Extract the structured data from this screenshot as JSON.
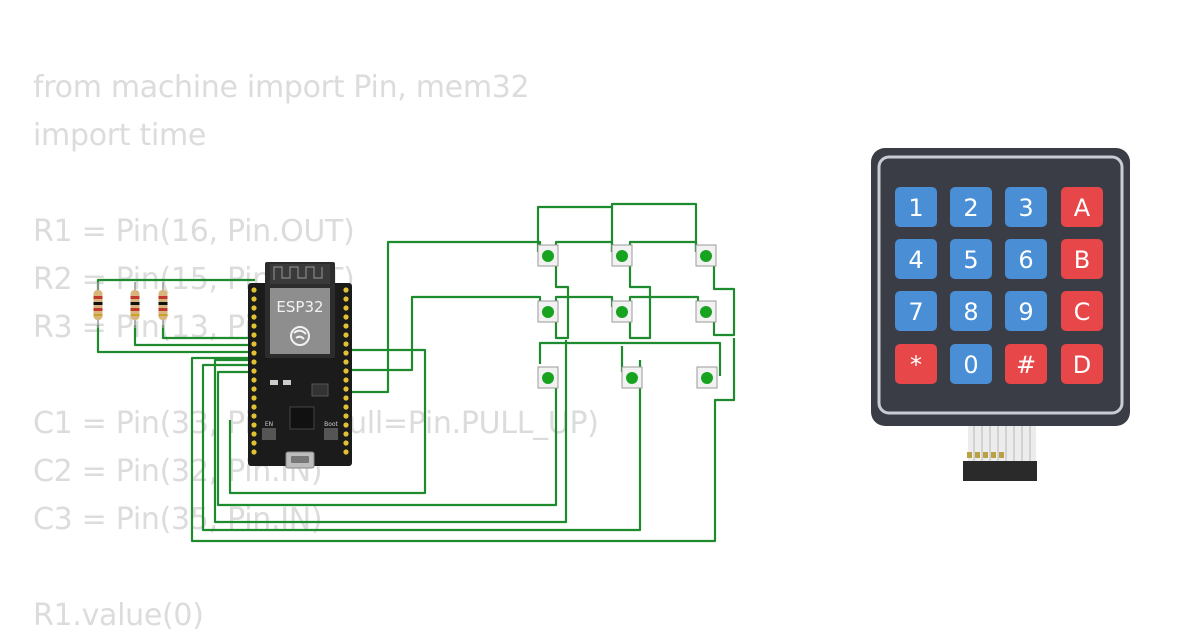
{
  "code": {
    "lines": [
      "from machine import Pin, mem32",
      "import time",
      "",
      "R1 = Pin(16, Pin.OUT)",
      "R2 = Pin(15, Pin.OUT)",
      "R3 = Pin(13, Pin.OUT)",
      "",
      "C1 = Pin(33, Pin.IN, pull=Pin.PULL_UP)",
      "C2 = Pin(32, Pin.IN)",
      "C3 = Pin(35, Pin.IN)",
      "",
      "R1.value(0)"
    ]
  },
  "board": {
    "label": "ESP32",
    "boot_label": "Boot",
    "en_label": "EN"
  },
  "keypad": {
    "rows": [
      [
        "1",
        "2",
        "3",
        "A"
      ],
      [
        "4",
        "5",
        "6",
        "B"
      ],
      [
        "7",
        "8",
        "9",
        "C"
      ],
      [
        "*",
        "0",
        "#",
        "D"
      ]
    ]
  },
  "colors": {
    "wire": "#1e8c2e",
    "button_cap": "#17a31f",
    "key_blue": "#4a8fd6",
    "key_red": "#e8474a",
    "keypad_body": "#3a3d45",
    "board": "#1b1b1b",
    "code_text": "#dcdcdc"
  },
  "icons": [
    "esp32-chip-icon",
    "resistor-icon",
    "pushbutton-icon",
    "keypad-icon",
    "usb-port-icon"
  ]
}
